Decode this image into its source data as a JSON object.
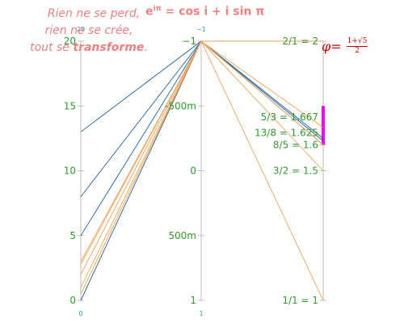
{
  "annotations": {
    "quote_line1": "Rien ne se perd,",
    "quote_line2": "rien ne se crée,",
    "quote_line3_prefix": "tout se ",
    "quote_line3_bold": "transforme",
    "quote_line3_suffix": ".",
    "euler_base": "e",
    "euler_exponent": "iπ",
    "euler_rhs": " = cos i + i sin π",
    "phi_symbol": "φ",
    "phi_equals": " = ",
    "phi_numerator": "1+√5",
    "phi_denominator": "2"
  },
  "colors": {
    "axis": "#bdbdbd",
    "tick_text": "#339933",
    "small_text": "#3399cc",
    "series_blue": "#1f5f9f",
    "series_orange": "#f5a255",
    "highlight_bar": "#ff00ff",
    "quote": "#f08080",
    "formula": "#cc0000"
  },
  "chart_data": {
    "type": "parallel_coordinates",
    "axes": [
      {
        "name": "axis-0",
        "range": [
          0,
          20
        ],
        "ticks": [
          {
            "value": 0,
            "label": "0"
          },
          {
            "value": 5,
            "label": "5"
          },
          {
            "value": 10,
            "label": "10"
          },
          {
            "value": 15,
            "label": "15"
          },
          {
            "value": 20,
            "label": "20"
          }
        ],
        "bottom_label": "0",
        "top_label": "20"
      },
      {
        "name": "axis-1",
        "range": [
          1,
          -1
        ],
        "ticks": [
          {
            "value": 1,
            "label": "1"
          },
          {
            "value": 0.5,
            "label": "500m"
          },
          {
            "value": 0,
            "label": "0"
          },
          {
            "value": -0.5,
            "label": "-500m"
          },
          {
            "value": -1,
            "label": "−1"
          }
        ],
        "bottom_label": "1",
        "top_label": "−1"
      },
      {
        "name": "axis-2",
        "range": [
          1,
          2
        ],
        "ticks": [
          {
            "value": 1,
            "label": "1/1 = 1"
          },
          {
            "value": 1.5,
            "label": "3/2 = 1.5"
          },
          {
            "value": 1.6,
            "label": "8/5 = 1.6"
          },
          {
            "value": 1.625,
            "label": "13/8 = 1.625"
          },
          {
            "value": 1.667,
            "label": "5/3 = 1.667"
          },
          {
            "value": 2,
            "label": "2/1 = 2"
          }
        ],
        "highlight": [
          1.6,
          1.75
        ]
      }
    ],
    "series": [
      {
        "color": "blue",
        "values": [
          13,
          -1,
          1.6
        ]
      },
      {
        "color": "blue",
        "values": [
          8,
          -1,
          1.615
        ]
      },
      {
        "color": "blue",
        "values": [
          5,
          -1,
          1.625
        ]
      },
      {
        "color": "blue",
        "values": [
          0,
          -1,
          2
        ]
      },
      {
        "color": "orange",
        "values": [
          3,
          -1,
          1.667
        ]
      },
      {
        "color": "orange",
        "values": [
          2.8,
          -1,
          1.6
        ]
      },
      {
        "color": "orange",
        "values": [
          2,
          -1,
          1.5
        ]
      },
      {
        "color": "orange",
        "values": [
          1,
          -1,
          1
        ]
      },
      {
        "color": "orange",
        "values": [
          0.5,
          -1,
          2
        ]
      }
    ]
  }
}
